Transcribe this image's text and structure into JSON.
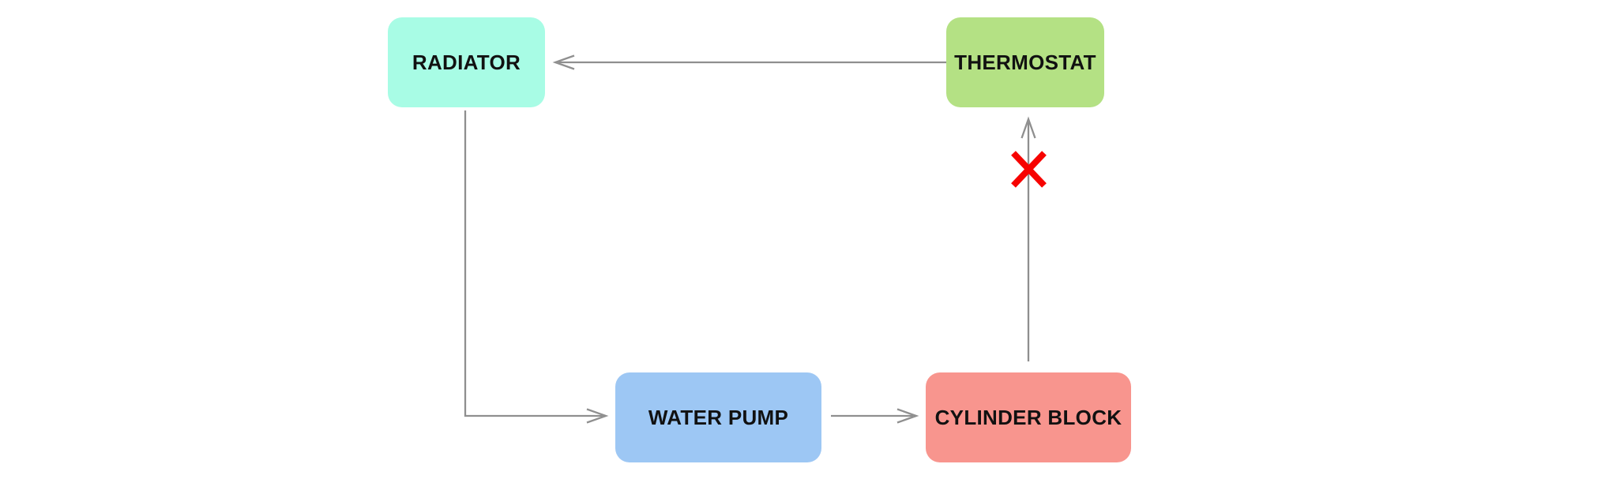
{
  "diagram": {
    "kind": "flow-diagram",
    "background": "#ffffff"
  },
  "colors": {
    "arrow": "#8f8f8f",
    "blocked": "#f70301",
    "text": "#111111"
  },
  "nodes": [
    {
      "id": "radiator",
      "label": "RADIATOR",
      "color": "#a8fce5"
    },
    {
      "id": "thermostat",
      "label": "THERMOSTAT",
      "color": "#b4e184"
    },
    {
      "id": "water-pump",
      "label": "WATER PUMP",
      "color": "#9dc7f4"
    },
    {
      "id": "cylinder-block",
      "label": "CYLINDER BLOCK",
      "color": "#f8958e"
    }
  ],
  "edges": [
    {
      "from": "THERMOSTAT",
      "to": "RADIATOR",
      "blocked": false
    },
    {
      "from": "RADIATOR",
      "to": "WATER PUMP",
      "blocked": false
    },
    {
      "from": "WATER PUMP",
      "to": "CYLINDER BLOCK",
      "blocked": false
    },
    {
      "from": "CYLINDER BLOCK",
      "to": "THERMOSTAT",
      "blocked": true,
      "marker": "✕"
    }
  ]
}
